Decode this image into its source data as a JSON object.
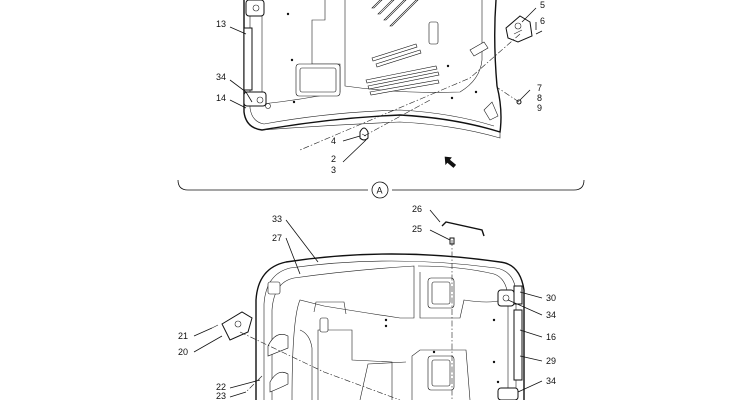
{
  "callouts": {
    "c5": "5",
    "c6": "6",
    "c13": "13",
    "c34a": "34",
    "c14": "14",
    "c7": "7",
    "c8": "8",
    "c9": "9",
    "c4": "4",
    "c2": "2",
    "c3": "3",
    "c26": "26",
    "c25": "25",
    "c33": "33",
    "c27": "27",
    "c30": "30",
    "c34b": "34",
    "c16": "16",
    "c29": "29",
    "c34c": "34",
    "c21": "21",
    "c20": "20",
    "c22": "22",
    "c23": "23"
  },
  "section": {
    "view_label": "A"
  }
}
